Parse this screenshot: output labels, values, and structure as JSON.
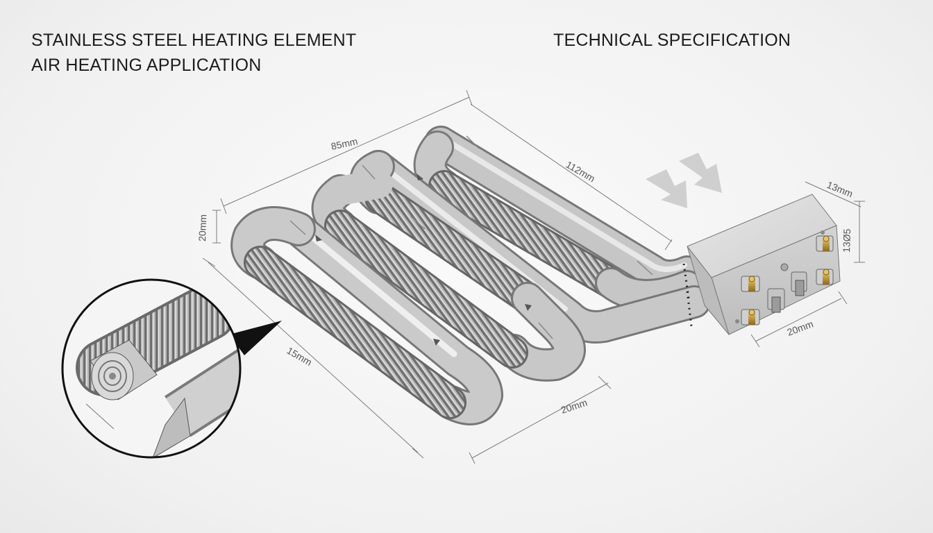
{
  "header": {
    "line1": "STAINLESS STEEL HEATING ELEMENT",
    "line2": "AIR HEATING APPLICATION",
    "spec": "TECHNICAL SPECIFICATION"
  },
  "dimensions": {
    "top_length": "85mm",
    "right_length": "112mm",
    "left_height": "20mm",
    "bottom_length": "15mm",
    "bottom_spacing": "20mm",
    "box_width": "20mm",
    "box_depth": "13mm",
    "box_height": "13Ø5"
  },
  "colors": {
    "tube_mid": "#c4c4c4",
    "tube_dark": "#7d7d7d",
    "box": "#d7d7d7",
    "terminal": "#b8912e"
  },
  "icons": [
    "airflow-arrow-icon",
    "flow-direction-arrow-icon",
    "detail-magnifier-icon"
  ]
}
